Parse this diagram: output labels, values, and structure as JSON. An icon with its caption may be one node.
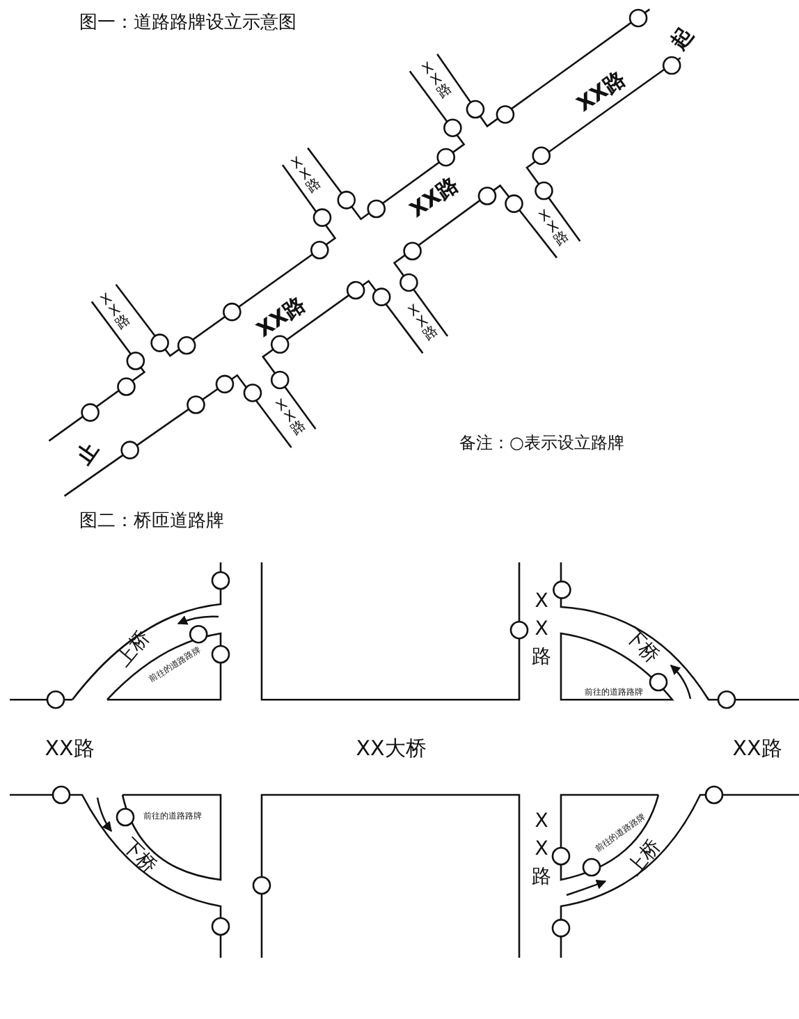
{
  "diagram": {
    "labels": [
      "图一：道路路牌设立示意图",
      "起",
      "XX路",
      "XX路",
      "XX路",
      "XX路",
      "XX路",
      "XX路",
      "XX路",
      "XX路",
      "XX路",
      "止",
      "备注：○表示设立路牌",
      "图二：桥匝道路牌",
      "上桥",
      "前往的道路路牌",
      "XX路",
      "下桥",
      "前往的道路路牌",
      "XX路",
      "XX大桥",
      "XX路",
      "前往的道路路牌",
      "下桥",
      "XX路",
      "前往的道路路牌",
      "上桥"
    ]
  }
}
